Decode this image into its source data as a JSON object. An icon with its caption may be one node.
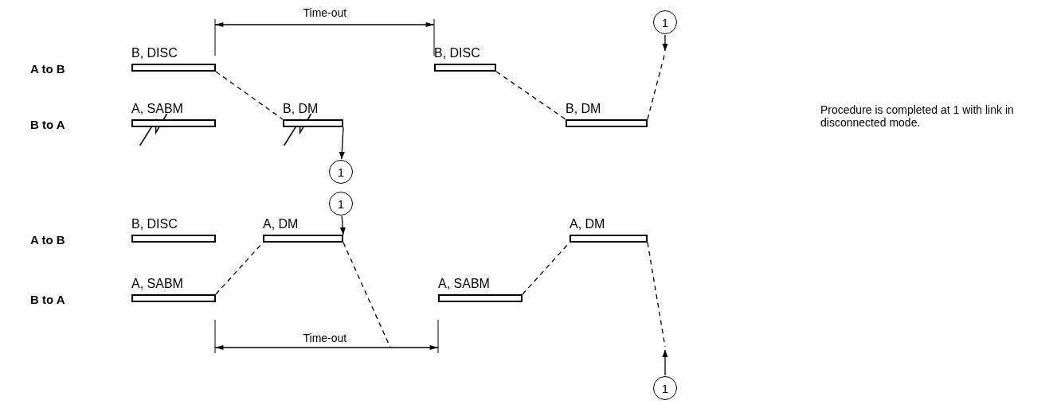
{
  "diagram": {
    "nodes": [
      {
        "text": [
          "B, DISC"
        ]
      },
      {
        "text": [
          "A, SABM"
        ]
      },
      {
        "text": [
          "B, DM"
        ]
      },
      {
        "text": [
          "1"
        ]
      },
      {
        "text": [
          "B, DISC"
        ]
      },
      {
        "text": [
          "B, DM"
        ]
      },
      {
        "text": [
          "1"
        ]
      },
      {
        "text": [
          "B, DISC"
        ]
      },
      {
        "text": [
          "A, DM"
        ]
      },
      {
        "text": [
          "1"
        ]
      },
      {
        "text": [
          "A, SABM"
        ]
      },
      {
        "text": [
          "A, SABM"
        ]
      },
      {
        "text": [
          "A, DM"
        ]
      },
      {
        "text": [
          "1"
        ]
      }
    ],
    "edges": [
      {
        "from": 0,
        "to": 2,
        "arrow": "none",
        "style": "dashed"
      },
      {
        "from": 2,
        "to": 3,
        "arrow": "to"
      },
      {
        "from": 4,
        "to": 5,
        "arrow": "none",
        "style": "dashed"
      },
      {
        "from": 5,
        "to": null,
        "arrow": "none",
        "style": "dashed"
      },
      {
        "from": 6,
        "to": null,
        "arrow": "to"
      },
      {
        "from": 10,
        "to": 8,
        "arrow": "none",
        "style": "dashed"
      },
      {
        "from": 9,
        "to": 8,
        "arrow": "to"
      },
      {
        "from": 8,
        "to": null,
        "arrow": "none",
        "style": "dashed"
      },
      {
        "from": 11,
        "to": 12,
        "arrow": "none",
        "style": "dashed"
      },
      {
        "from": 12,
        "to": null,
        "arrow": "none",
        "style": "dashed"
      },
      {
        "from": 13,
        "to": null,
        "arrow": "to"
      }
    ],
    "labels": [
      "Time-out",
      "A to B",
      "B to A",
      "Procedure is completed at 1 with link in disconnected mode.",
      "A to B",
      "B to A",
      "Time-out"
    ]
  }
}
